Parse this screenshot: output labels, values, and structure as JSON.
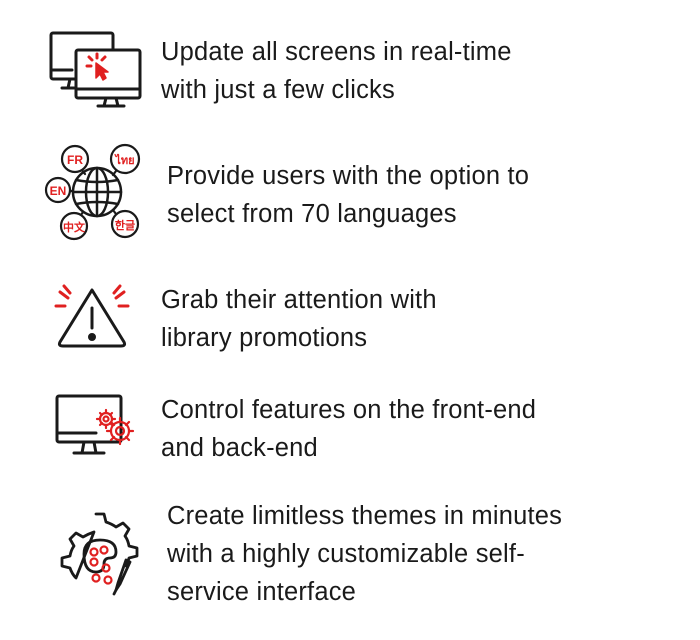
{
  "colors": {
    "ink": "#1a1a1a",
    "accent": "#e02020"
  },
  "features": [
    {
      "icon": "monitors-click-icon",
      "lines": [
        "Update all screens in real-time",
        "with just a few clicks"
      ]
    },
    {
      "icon": "globe-languages-icon",
      "badges": [
        "FR",
        "ไทย",
        "EN",
        "中文",
        "한글"
      ],
      "lines": [
        "Provide users with the option to",
        "select from 70 languages"
      ]
    },
    {
      "icon": "warning-alert-icon",
      "lines": [
        "Grab their attention with",
        "library promotions"
      ]
    },
    {
      "icon": "monitor-gears-icon",
      "lines": [
        "Control features on the front-end",
        "and back-end"
      ]
    },
    {
      "icon": "gear-palette-icon",
      "lines": [
        "Create limitless themes in minutes",
        "with a highly customizable self-",
        "service interface"
      ]
    }
  ]
}
